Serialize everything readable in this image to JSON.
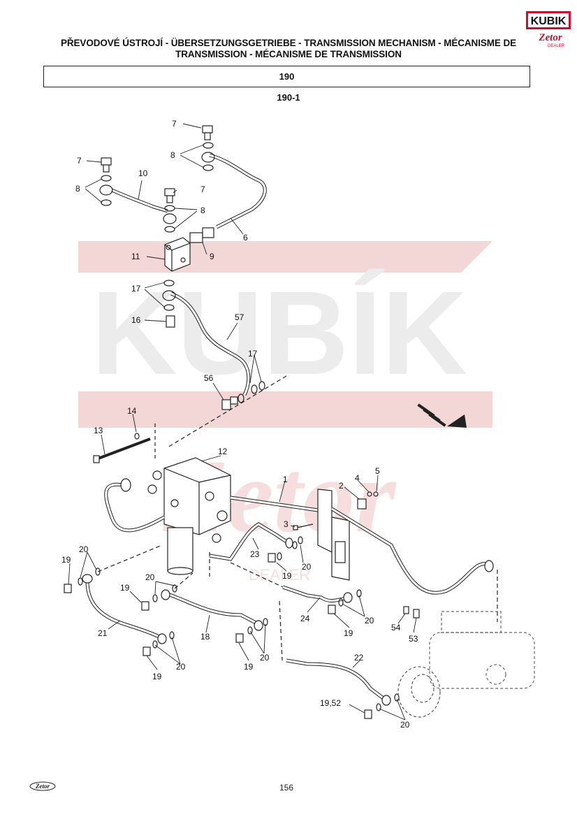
{
  "header": {
    "logo_text": "KUBIK",
    "logo_sub": "Zetor",
    "logo_dealer": "DEALER",
    "title": "PŘEVODOVÉ ÚSTROJÍ - ÜBERSETZUNGSGETRIEBE - TRANSMISSION MECHANISM - MÉCANISME DE TRANSMISSION - MÉCANISME DE TRANSMISSION",
    "group": "190",
    "subgroup": "190-1"
  },
  "watermark": {
    "text": "KUBÍK",
    "sub": "Zetor",
    "sub2": "DEALER",
    "color": "#f3d6d6",
    "grey": "#e9e9e9"
  },
  "diagram": {
    "part_labels": [
      {
        "id": "lbl-7a",
        "text": "7"
      },
      {
        "id": "lbl-8a",
        "text": "8"
      },
      {
        "id": "lbl-7b",
        "text": "7"
      },
      {
        "id": "lbl-10",
        "text": "10"
      },
      {
        "id": "lbl-8b",
        "text": "8"
      },
      {
        "id": "lbl-7c",
        "text": "7"
      },
      {
        "id": "lbl-8c",
        "text": "8"
      },
      {
        "id": "lbl-6",
        "text": "6"
      },
      {
        "id": "lbl-11",
        "text": "11"
      },
      {
        "id": "lbl-9",
        "text": "9"
      },
      {
        "id": "lbl-17a",
        "text": "17"
      },
      {
        "id": "lbl-16",
        "text": "16"
      },
      {
        "id": "lbl-57",
        "text": "57"
      },
      {
        "id": "lbl-17b",
        "text": "17"
      },
      {
        "id": "lbl-56",
        "text": "56"
      },
      {
        "id": "lbl-14",
        "text": "14"
      },
      {
        "id": "lbl-13",
        "text": "13"
      },
      {
        "id": "lbl-12",
        "text": "12"
      },
      {
        "id": "lbl-1",
        "text": "1"
      },
      {
        "id": "lbl-2",
        "text": "2"
      },
      {
        "id": "lbl-4",
        "text": "4"
      },
      {
        "id": "lbl-5",
        "text": "5"
      },
      {
        "id": "lbl-3",
        "text": "3"
      },
      {
        "id": "lbl-23",
        "text": "23"
      },
      {
        "id": "lbl-20a",
        "text": "20"
      },
      {
        "id": "lbl-19a",
        "text": "19"
      },
      {
        "id": "lbl-20b",
        "text": "20"
      },
      {
        "id": "lbl-19b",
        "text": "19"
      },
      {
        "id": "lbl-20c",
        "text": "20"
      },
      {
        "id": "lbl-19c",
        "text": "19"
      },
      {
        "id": "lbl-24",
        "text": "24"
      },
      {
        "id": "lbl-20d",
        "text": "20"
      },
      {
        "id": "lbl-19d",
        "text": "19"
      },
      {
        "id": "lbl-21",
        "text": "21"
      },
      {
        "id": "lbl-18",
        "text": "18"
      },
      {
        "id": "lbl-54",
        "text": "54"
      },
      {
        "id": "lbl-53",
        "text": "53"
      },
      {
        "id": "lbl-20e",
        "text": "20"
      },
      {
        "id": "lbl-19e",
        "text": "19"
      },
      {
        "id": "lbl-20f",
        "text": "20"
      },
      {
        "id": "lbl-19f",
        "text": "19"
      },
      {
        "id": "lbl-22",
        "text": "22"
      },
      {
        "id": "lbl-1952",
        "text": "19,52"
      },
      {
        "id": "lbl-20g",
        "text": "20"
      }
    ]
  },
  "footer": {
    "logo_text": "Zetor",
    "page": "156"
  }
}
